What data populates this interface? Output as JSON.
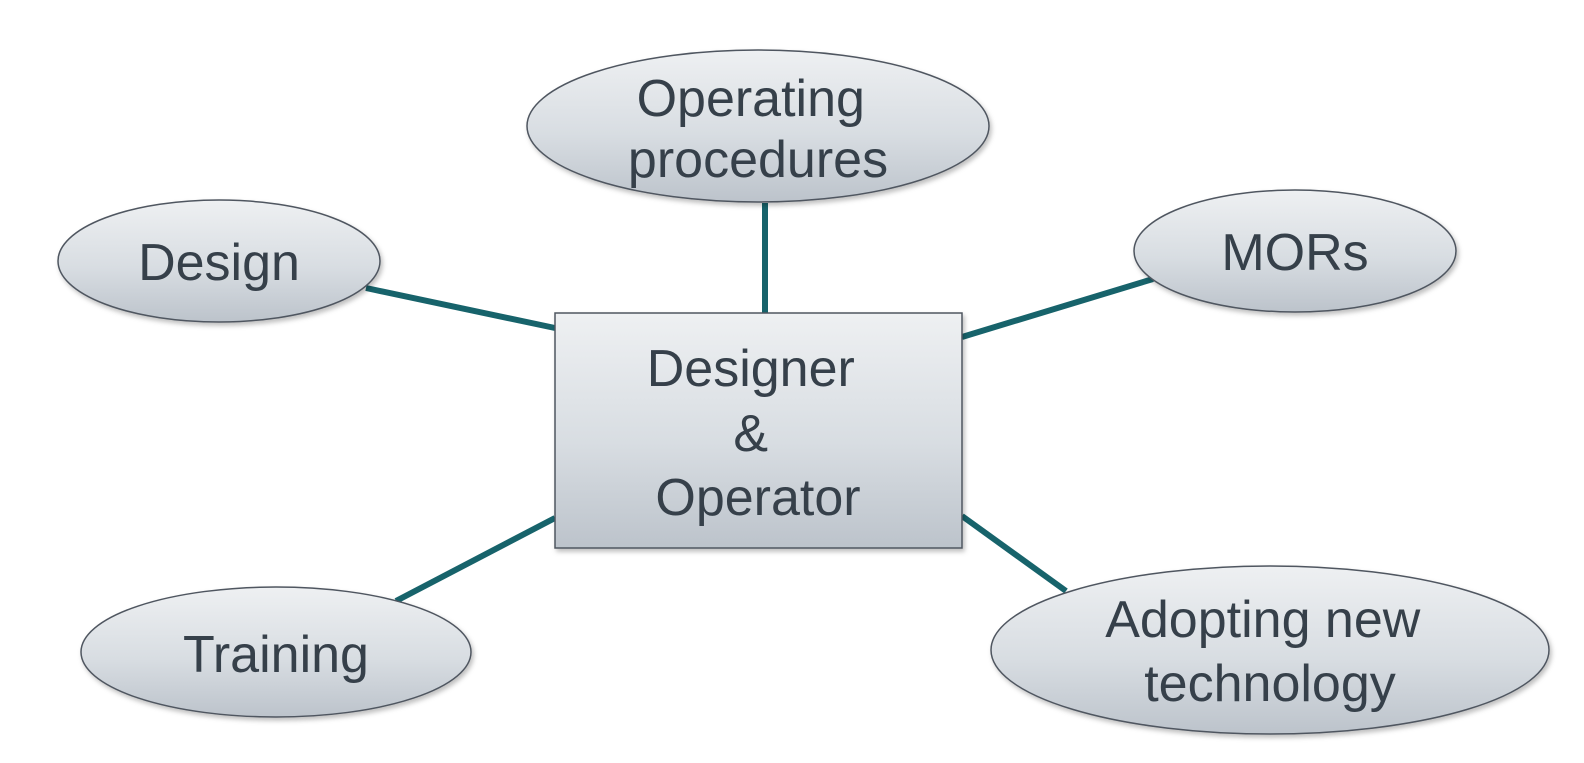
{
  "diagram": {
    "center": {
      "lines": [
        "Designer",
        "&",
        "Operator"
      ]
    },
    "nodes": {
      "operating_procedures": {
        "lines": [
          "Operating",
          "procedures"
        ]
      },
      "design": {
        "lines": [
          "Design"
        ]
      },
      "mors": {
        "lines": [
          "MORs"
        ]
      },
      "training": {
        "lines": [
          "Training"
        ]
      },
      "adopting_new_technology": {
        "lines": [
          "Adopting new",
          "technology"
        ]
      }
    }
  },
  "colors": {
    "connector": "#17636b",
    "node_outline": "#4f5660",
    "text": "#36404a",
    "fill_top": "#eef0f2",
    "fill_bottom": "#bcc3cb"
  }
}
